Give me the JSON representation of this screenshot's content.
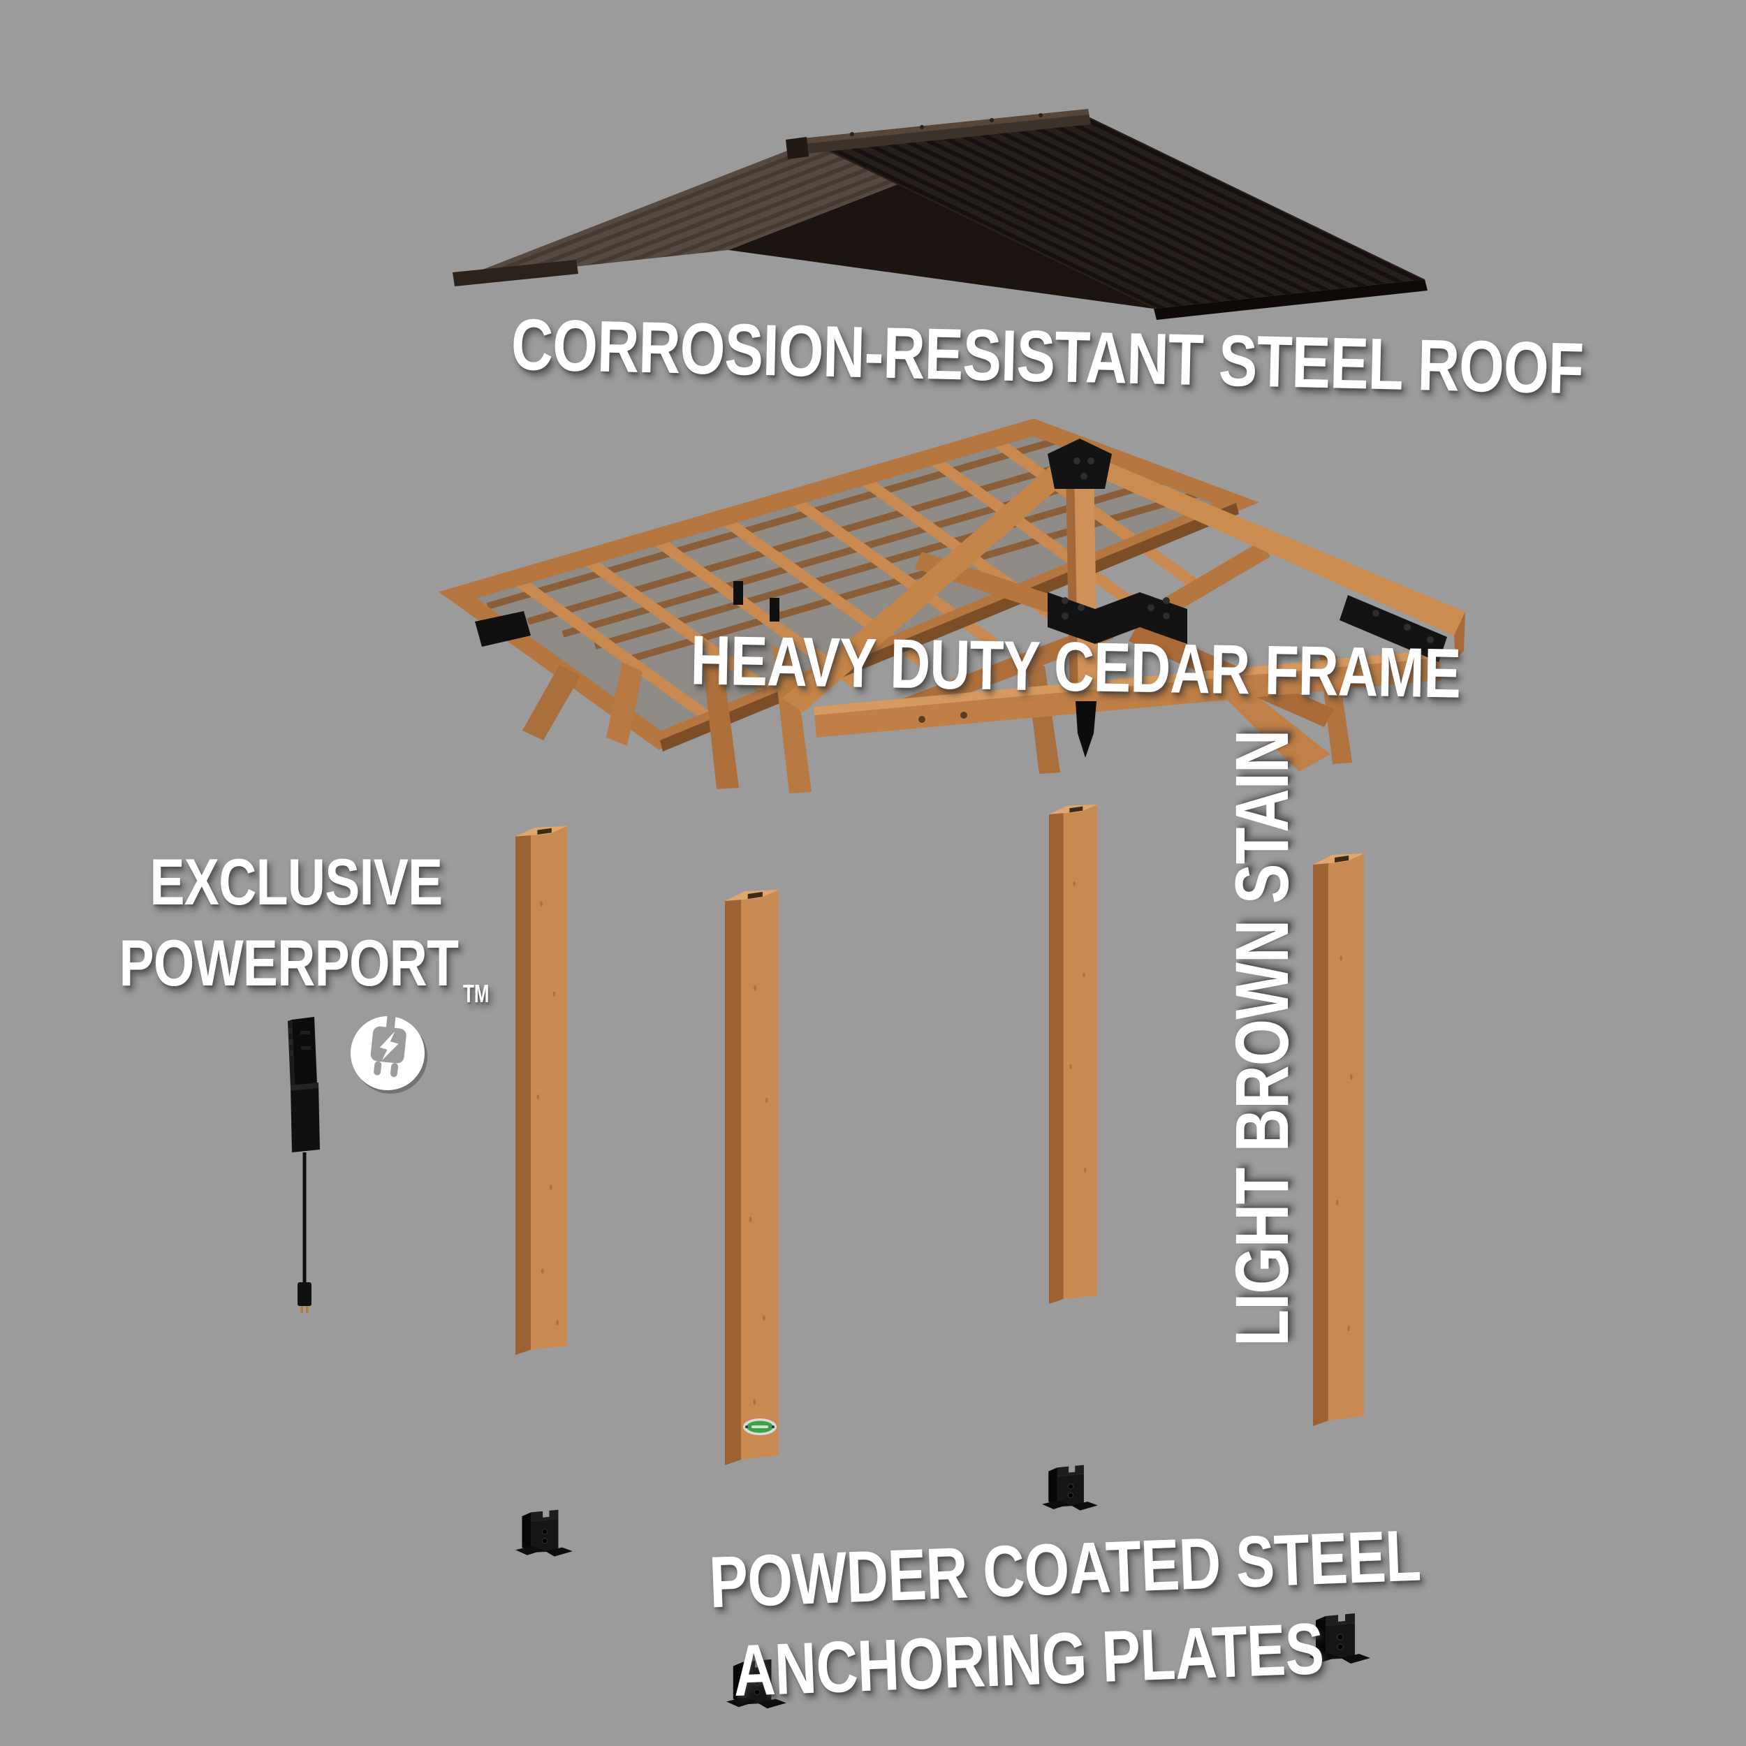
{
  "background_color": "#9b9b9b",
  "text_color": "#ffffff",
  "callouts": {
    "roof": "CORROSION-RESISTANT STEEL ROOF",
    "frame": "HEAVY DUTY CEDAR FRAME",
    "powerport_line1": "EXCLUSIVE",
    "powerport_line2": "POWERPORT",
    "powerport_trademark": "TM",
    "stain": "LIGHT BROWN STAIN",
    "anchor_line1": "POWDER COATED STEEL",
    "anchor_line2": "ANCHORING PLATES"
  },
  "icons": {
    "powerport": "power-plug-icon"
  },
  "colors": {
    "roof_slope_light": "#564941",
    "roof_slope_dark": "#27201a",
    "roof_ridge_cap": "#3d322a",
    "wood_light_face": "#cf9058",
    "wood_mid": "#c08048",
    "wood_dark_face": "#9c6233",
    "steel_black": "#141414",
    "badge_green": "#3fa04a",
    "plug_prong_gold": "#a8853f"
  }
}
